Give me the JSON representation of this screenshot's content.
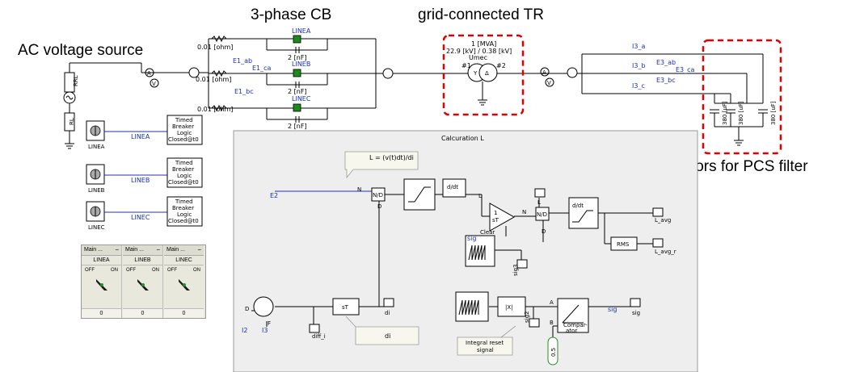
{
  "callouts": {
    "ac_source": "AC voltage source",
    "cb": "3-phase CB",
    "tr": "grid-connected TR",
    "pcs": "capacitors for PCS filter"
  },
  "source": {
    "rrl": "RRL",
    "rl": "RL"
  },
  "breaker": {
    "lines": [
      "LINEA",
      "LINEB",
      "LINEC"
    ],
    "resistor_label": "0.01 [ohm]",
    "cap_label": "2 [nF]",
    "meas": [
      "E1_ab",
      "E1_ca",
      "E1_bc"
    ]
  },
  "transformer": {
    "rating": "1 [MVA]",
    "voltage": "22.9 [kV] / 0.38 [kV]",
    "name": "Umec",
    "w1": "#1",
    "w2": "#2"
  },
  "load_side": {
    "currents": [
      "I3_a",
      "I3_b",
      "I3_c"
    ],
    "meas": [
      "E3_ab",
      "E3_ca",
      "E3_bc"
    ],
    "cap_label": "380 [uF]"
  },
  "logic": {
    "items": [
      {
        "switch": "LINEA",
        "signal": "LINEA",
        "text": [
          "Timed",
          "Breaker",
          "Logic",
          "Closed@t0"
        ]
      },
      {
        "switch": "LINEB",
        "signal": "LINEB",
        "text": [
          "Timed",
          "Breaker",
          "Logic",
          "Closed@t0"
        ]
      },
      {
        "switch": "LINEC",
        "signal": "LINEC",
        "text": [
          "Timed",
          "Breaker",
          "Logic",
          "Closed@t0"
        ]
      }
    ]
  },
  "panel": {
    "columns": [
      {
        "title": "Main ...",
        "name": "LINEA",
        "off": "OFF",
        "on": "ON",
        "value": "0"
      },
      {
        "title": "Main ...",
        "name": "LINEB",
        "off": "OFF",
        "on": "ON",
        "value": "0"
      },
      {
        "title": "Main ...",
        "name": "LINEC",
        "off": "OFF",
        "on": "ON",
        "value": "0"
      }
    ]
  },
  "calc": {
    "title": "Calcuration L",
    "formula": "L = (v(t)dt)/di",
    "e2": "E2",
    "n": "N",
    "d": "D",
    "nd": "N/D",
    "ddt": "d/dt",
    "integ_top": "1",
    "integ_bot": "sT",
    "clear": "Clear",
    "L": "L",
    "l_avg": "L_avg",
    "rms": "RMS",
    "l_avg_r": "L_avg_r",
    "sig": "sig",
    "sig3": "sig3",
    "i2": "I2",
    "i3": "I3",
    "f": "F",
    "diff_i": "diff_i",
    "st": "sT",
    "di": "di",
    "di_note": "di",
    "abs": "|X|",
    "sig2": "sig2",
    "a": "A",
    "b": "B",
    "comparator": "Compar-\nator",
    "reset_note": [
      "Integral reset",
      "signal"
    ],
    "const": "0.5"
  }
}
